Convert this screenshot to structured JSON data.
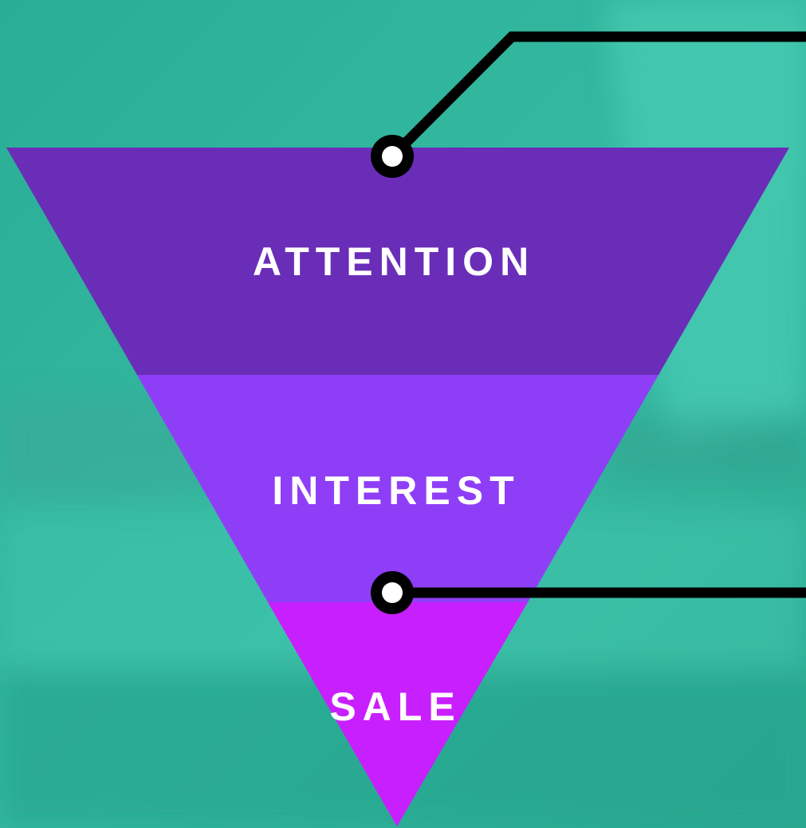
{
  "colors": {
    "background": "#2aae97",
    "background_light": "#45c8b0",
    "attention": "#6a2db8",
    "interest": "#8f3ef7",
    "sale": "#c81ffe",
    "connector": "#000000",
    "label": "#ffffff"
  },
  "funnel": {
    "stages": [
      {
        "label": "ATTENTION"
      },
      {
        "label": "INTEREST"
      },
      {
        "label": "SALE"
      }
    ]
  }
}
